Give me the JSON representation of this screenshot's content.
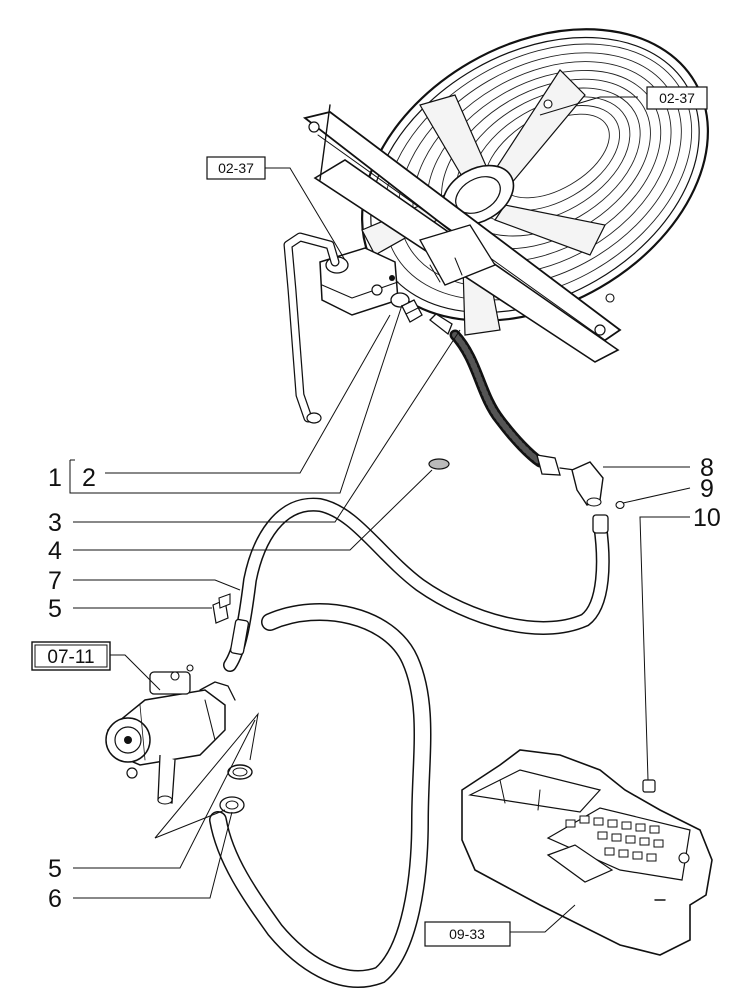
{
  "callouts": {
    "c1": "1",
    "c2": "2",
    "c3": "3",
    "c4": "4",
    "c5a": "5",
    "c5b": "5",
    "c6": "6",
    "c7": "7",
    "c8": "8",
    "c9": "9",
    "c10": "10"
  },
  "references": {
    "fan_top": "02-37",
    "fan_left": "02-37",
    "pump": "07-11",
    "console": "09-33"
  }
}
